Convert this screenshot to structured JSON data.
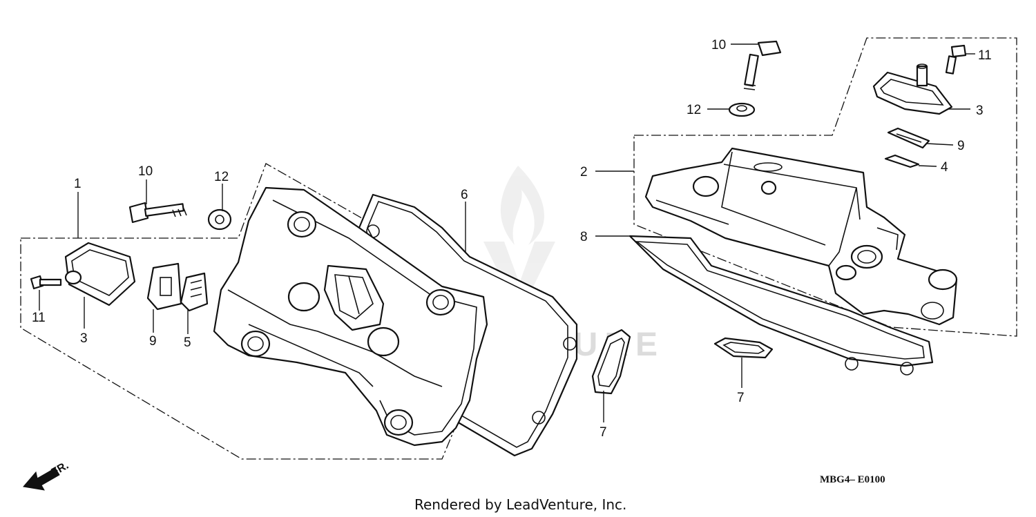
{
  "callouts": {
    "left": {
      "c1": "1",
      "c10": "10",
      "c12": "12",
      "c6": "6",
      "c11": "11",
      "c3": "3",
      "c9": "9",
      "c5": "5",
      "c7": "7"
    },
    "right": {
      "c10": "10",
      "c11": "11",
      "c12": "12",
      "c3": "3",
      "c9": "9",
      "c4": "4",
      "c2": "2",
      "c8": "8",
      "c7": "7"
    }
  },
  "front_marker": "FR.",
  "diagram_code": "MBG4– E0100",
  "credit": "Rendered by LeadVenture, Inc.",
  "watermark": "LEADVENTURE",
  "icons": {
    "front_arrow": "front-direction-arrow-icon",
    "watermark_logo": "leadventure-flame-logo"
  }
}
